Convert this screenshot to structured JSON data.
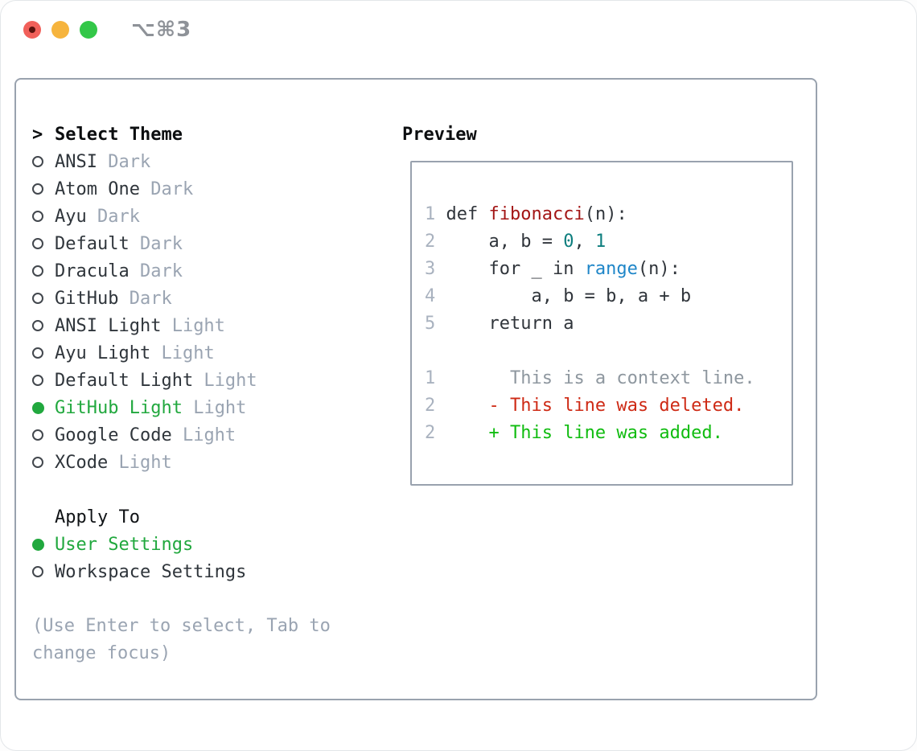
{
  "window": {
    "title": "⌥⌘3",
    "buttons": {
      "close": "close",
      "minimize": "minimize",
      "zoom": "zoom"
    }
  },
  "theme_panel": {
    "header_prefix": ">",
    "header": "Select Theme",
    "items": [
      {
        "label": "ANSI",
        "tag": "Dark",
        "selected": false
      },
      {
        "label": "Atom One",
        "tag": "Dark",
        "selected": false
      },
      {
        "label": "Ayu",
        "tag": "Dark",
        "selected": false
      },
      {
        "label": "Default",
        "tag": "Dark",
        "selected": false
      },
      {
        "label": "Dracula",
        "tag": "Dark",
        "selected": false
      },
      {
        "label": "GitHub",
        "tag": "Dark",
        "selected": false
      },
      {
        "label": "ANSI Light",
        "tag": "Light",
        "selected": false
      },
      {
        "label": "Ayu Light",
        "tag": "Light",
        "selected": false
      },
      {
        "label": "Default Light",
        "tag": "Light",
        "selected": false
      },
      {
        "label": "GitHub Light",
        "tag": "Light",
        "selected": true
      },
      {
        "label": "Google Code",
        "tag": "Light",
        "selected": false
      },
      {
        "label": "XCode",
        "tag": "Light",
        "selected": false
      }
    ]
  },
  "apply_panel": {
    "header": "Apply To",
    "options": [
      {
        "label": "User Settings",
        "selected": true
      },
      {
        "label": "Workspace Settings",
        "selected": false
      }
    ]
  },
  "help_text": "(Use Enter to select, Tab to change focus)",
  "preview": {
    "header": "Preview",
    "code_lines": [
      {
        "num": "1",
        "tokens": [
          [
            "plain",
            "def "
          ],
          [
            "func",
            "fibonacci"
          ],
          [
            "plain",
            "(n):"
          ]
        ]
      },
      {
        "num": "2",
        "tokens": [
          [
            "plain",
            "    a, b = "
          ],
          [
            "number",
            "0"
          ],
          [
            "plain",
            ", "
          ],
          [
            "number",
            "1"
          ]
        ]
      },
      {
        "num": "3",
        "tokens": [
          [
            "plain",
            "    for _ in "
          ],
          [
            "builtin",
            "range"
          ],
          [
            "plain",
            "(n):"
          ]
        ]
      },
      {
        "num": "4",
        "tokens": [
          [
            "plain",
            "        a, b = b, a + b"
          ]
        ]
      },
      {
        "num": "5",
        "tokens": [
          [
            "plain",
            "    return a"
          ]
        ]
      },
      {
        "num": "",
        "tokens": []
      },
      {
        "num": "1",
        "tokens": [
          [
            "context",
            "      This is a context line."
          ]
        ]
      },
      {
        "num": "2",
        "tokens": [
          [
            "deleted",
            "    - This line was deleted."
          ]
        ]
      },
      {
        "num": "2",
        "tokens": [
          [
            "added",
            "    + This line was added."
          ]
        ]
      }
    ]
  },
  "colors": {
    "selection_green": "#21a83e",
    "border_gray": "#99a2ae",
    "text_dark": "#2f353b",
    "muted_gray": "#9aa4b2",
    "function_red": "#a31616",
    "number_teal": "#0d7e7e",
    "builtin_blue": "#1f86c8",
    "diff_deleted_red": "#ce2a15",
    "diff_added_green": "#10bc10",
    "context_gray": "#8e979f",
    "line_number_gray": "#a9b2bf",
    "traffic_red": "#f1605a",
    "traffic_yellow": "#f6b43d",
    "traffic_green": "#33c748"
  }
}
